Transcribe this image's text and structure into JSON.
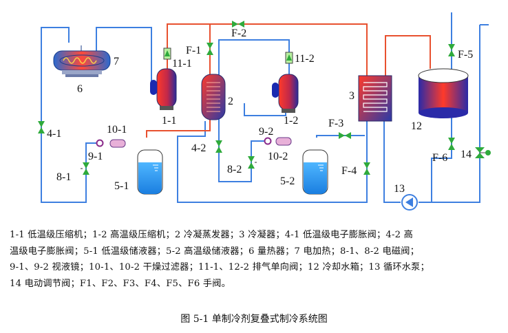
{
  "diagram": {
    "labels": {
      "l7": "7",
      "l6": "6",
      "l11_1": "11-1",
      "l1_1": "1-1",
      "lF1": "F-1",
      "lF2": "F-2",
      "l2": "2",
      "l11_2": "11-2",
      "l1_2": "1-2",
      "l3": "3",
      "lF5": "F-5",
      "l12": "12",
      "l4_1": "4-1",
      "l10_1": "10-1",
      "l9_1": "9-1",
      "l8_1": "8-1",
      "l5_1": "5-1",
      "l4_2": "4-2",
      "l9_2": "9-2",
      "l10_2": "10-2",
      "l8_2": "8-2",
      "l5_2": "5-2",
      "lF3": "F-3",
      "lF4": "F-4",
      "lF6": "F-6",
      "l14": "14",
      "l13": "13"
    },
    "colors": {
      "low_loop": "#3d7fe0",
      "high_loop": "#e8502e",
      "water_loop": "#3d7fe0",
      "valve": "#2faa3c"
    }
  },
  "legend": {
    "lines": [
      "1-1 低温级压缩机；1-2 高温级压缩机；2 冷凝蒸发器；3 冷凝器；4-1 低温级电子膨胀阀；4-2 高",
      "温级电子膨胀阀；5-1 低温级储液器；5-2 高温级储液器；6 量热器；7 电加热；8-1、8-2 电磁阀；",
      "9-1、9-2 视液镜；10-1、10-2 干燥过滤器；11-1、12-2 排气单向阀；12 冷却水箱；13 循环水泵；",
      "14 电动调节阀；F1、F2、F3、F4、F5、F6 手阀。"
    ]
  },
  "caption": "图 5-1 单制冷剂复叠式制冷系统图"
}
